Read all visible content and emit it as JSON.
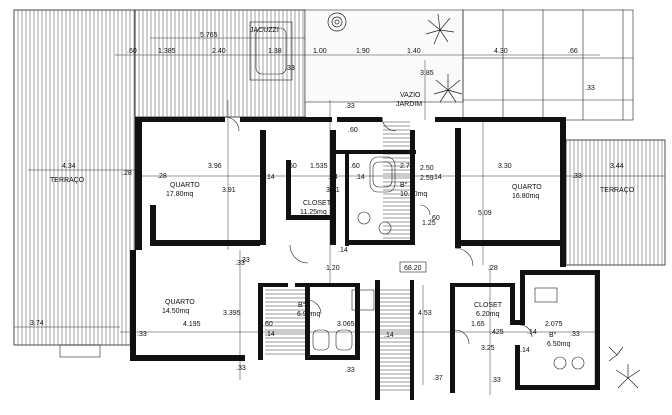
{
  "rooms": {
    "jacuzzi": "JACUZZI",
    "vazio_jardim_1": "VAZIO",
    "vazio_jardim_2": "JARDIM",
    "terraco_left": "TERRAÇO",
    "terraco_right": "TERRAÇO",
    "quarto1_name": "QUARTO",
    "quarto1_area": "17.80mq",
    "closet1_name": "CLOSET",
    "closet1_area": "11.25mq",
    "bath1_name": "B°",
    "bath1_area": "10.70mq",
    "quarto2_name": "QUARTO",
    "quarto2_area": "16.80mq",
    "quarto3_name": "QUARTO",
    "quarto3_area": "14.50mq",
    "bath2_name": "B°",
    "bath2_area": "6.90mq",
    "closet2_name": "CLOSET",
    "closet2_area": "6.20mq",
    "bath3_name": "B°",
    "bath3_area": "6.50mq",
    "level": "68.20"
  },
  "dims": {
    "top": [
      ".60",
      "1.385",
      "5.765",
      "2.40",
      "1.38",
      "1.00",
      "1.90",
      "1.40",
      "4.30",
      ".66"
    ],
    "row2": [
      ".28",
      "3.96",
      ".60",
      "1.535",
      ".14",
      ".60",
      "2.75",
      "3.30",
      ".14"
    ],
    "row3": [
      ".33",
      "4.195",
      ".60",
      ".14",
      "3.065",
      ".14",
      "1.65",
      ".425",
      ".14",
      "2.075"
    ],
    "misc": [
      "4.34",
      "3.44",
      "3.74",
      ".33",
      ".33",
      ".33",
      ".33",
      ".33",
      ".33",
      "3.91",
      "3.91",
      "5.09",
      "3.395",
      "1.20",
      "4.53",
      "3.25",
      ".33",
      ".28",
      ".14",
      ".14",
      ".14",
      ".14",
      ".37",
      ".33",
      "2.50",
      ".60",
      "1.25",
      "2.59",
      ".60",
      ".28",
      "3.85",
      ".33",
      ".33"
    ]
  }
}
